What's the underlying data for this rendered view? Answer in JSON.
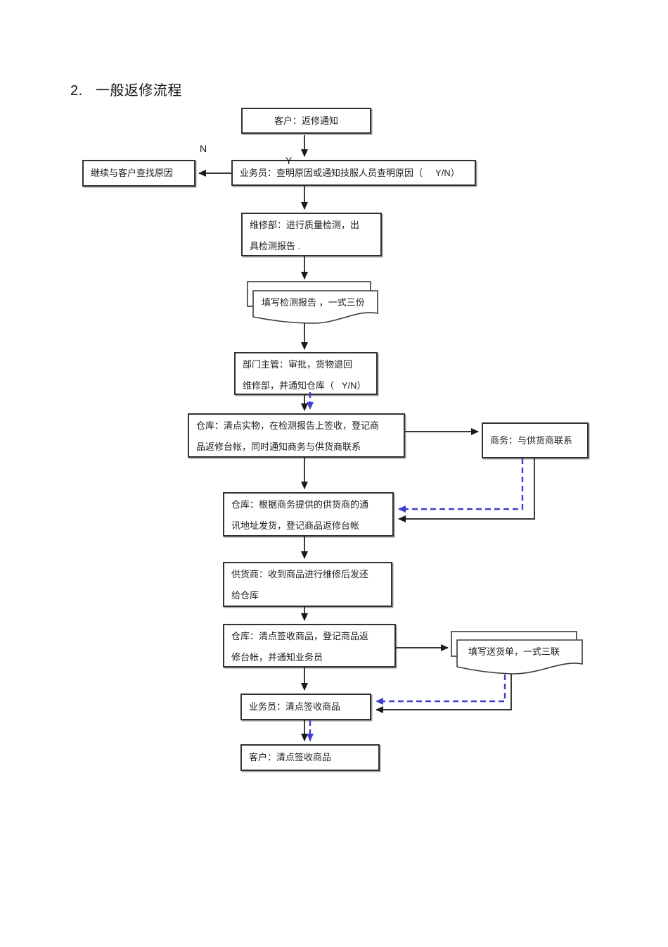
{
  "title": "2.   一般返修流程",
  "colors": {
    "line": "#1a1a1a",
    "accent_dashed": "#3d3dd2",
    "border": "#313131"
  },
  "branch_labels": {
    "n": "N",
    "y": "Y"
  },
  "nodes": {
    "customer_notice": {
      "lines": [
        "客户：返修通知"
      ]
    },
    "continue_find": {
      "lines": [
        "继续与客户查找原因"
      ]
    },
    "salesman_check": {
      "lines": [
        "业务员：查明原因或通知技服人员查明原因（     Y/N）"
      ]
    },
    "repair_dept": {
      "lines": [
        "维修部：进行质量检测，出",
        "具检测报告 ."
      ]
    },
    "doc_test_report": {
      "lines": [
        "填写检测报告 ，一式三份"
      ]
    },
    "dept_head": {
      "lines": [
        "部门主管：审批，货物退回",
        "维修部，并通知仓库（   Y/N）"
      ]
    },
    "warehouse_receive": {
      "lines": [
        "仓库：清点实物，在检测报告上签收，登记商",
        "品返修台帐，同时通知商务与供货商联系"
      ]
    },
    "business_contact": {
      "lines": [
        "商务：与供货商联系"
      ]
    },
    "warehouse_ship": {
      "lines": [
        "仓库：根据商务提供的供货商的通",
        "讯地址发货，登记商品返修台帐"
      ]
    },
    "supplier_repair": {
      "lines": [
        "供货商：收到商品进行维修后发还",
        "给仓库"
      ]
    },
    "warehouse_check": {
      "lines": [
        "仓库：清点签收商品，登记商品返",
        "修台帐，并通知业务员"
      ]
    },
    "doc_delivery_note": {
      "lines": [
        "填写送货单，一式三联"
      ]
    },
    "salesman_receive": {
      "lines": [
        "业务员：清点签收商品"
      ]
    },
    "customer_receive": {
      "lines": [
        "客户：清点签收商品"
      ]
    }
  }
}
